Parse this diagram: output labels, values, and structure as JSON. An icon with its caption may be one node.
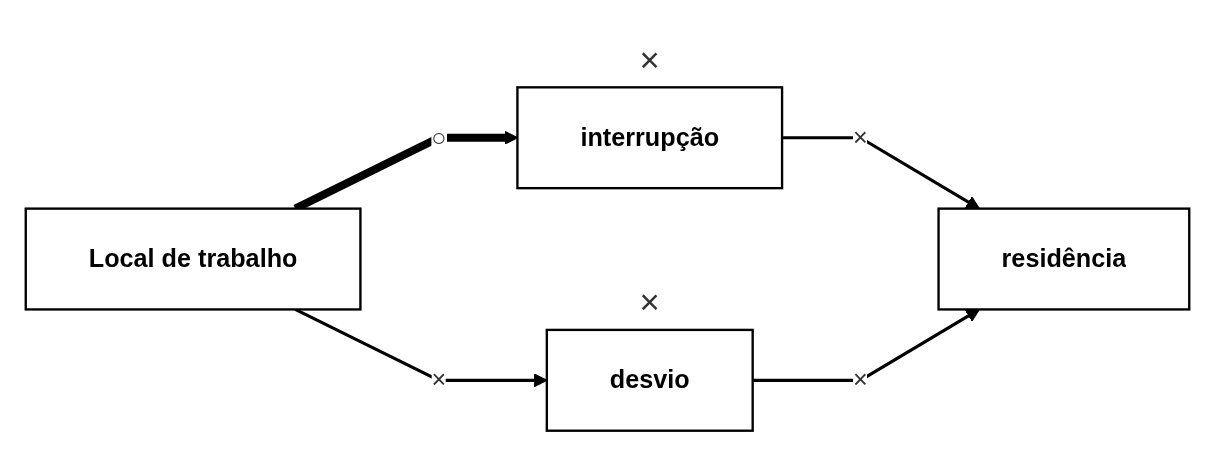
{
  "diagram": {
    "nodes": [
      {
        "text": [
          "Local de trabalho"
        ]
      },
      {
        "text": [
          "interrupção"
        ],
        "beside": [
          "×"
        ]
      },
      {
        "text": [
          "residência"
        ]
      },
      {
        "text": [
          "desvio"
        ],
        "beside": [
          "×"
        ]
      }
    ],
    "edges": [
      {
        "from": 0,
        "to": 1,
        "arrow": "to",
        "label": "○",
        "style": "thick"
      },
      {
        "from": 0,
        "to": 3,
        "arrow": "to",
        "label": "×"
      },
      {
        "from": 1,
        "to": 2,
        "arrow": "to",
        "label": "×"
      },
      {
        "from": 3,
        "to": 2,
        "arrow": "to",
        "label": "×"
      }
    ]
  }
}
